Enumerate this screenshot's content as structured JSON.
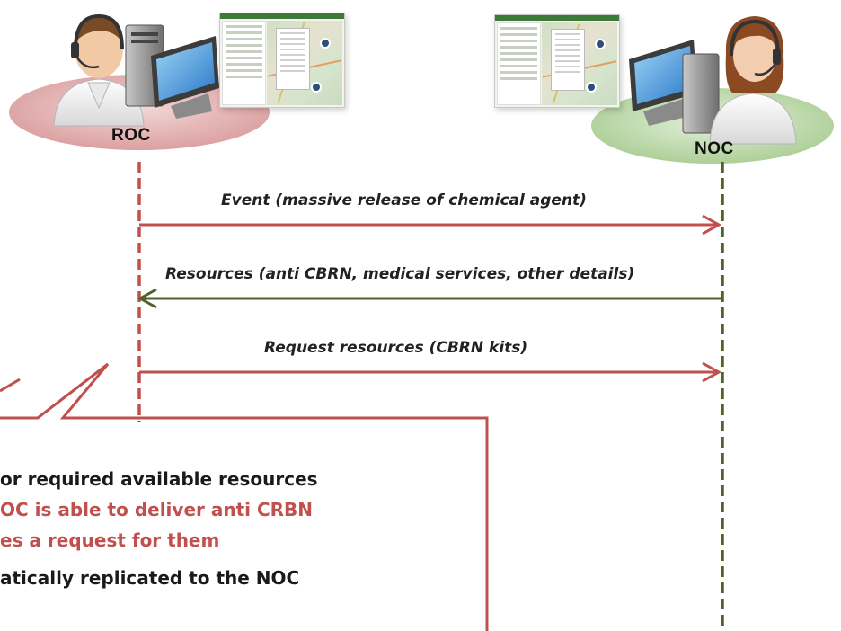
{
  "parties": {
    "left": {
      "label": "ROC",
      "lifeline_color": "#c0504d",
      "disc_color": "#e8b8b8"
    },
    "right": {
      "label": "NOC",
      "lifeline_color": "#4f6228",
      "disc_color": "#c5dfb4"
    }
  },
  "messages": [
    {
      "label": "Event (massive release of chemical agent)",
      "from": "ROC",
      "to": "NOC",
      "color": "#c0504d"
    },
    {
      "label": "Resources (anti CBRN, medical services, other details)",
      "from": "NOC",
      "to": "ROC",
      "color": "#4f6228"
    },
    {
      "label": "Request resources (CBRN kits)",
      "from": "ROC",
      "to": "NOC",
      "color": "#c0504d"
    }
  ],
  "callout": {
    "border_color": "#c0504d",
    "lines": [
      {
        "text": "or required available resources",
        "color": "#1a1a1a"
      },
      {
        "text": "OC is able to deliver anti CRBN",
        "color": "#c0504d"
      },
      {
        "text": "es a request  for them",
        "color": "#c0504d"
      },
      {
        "text": "atically replicated to the NOC",
        "color": "#1a1a1a"
      }
    ]
  },
  "icons": {
    "left_operator": "operator-male-headset-icon",
    "right_operator": "operator-female-headset-icon",
    "computer": "desktop-computer-icon",
    "screenshot": "map-application-screenshot"
  }
}
